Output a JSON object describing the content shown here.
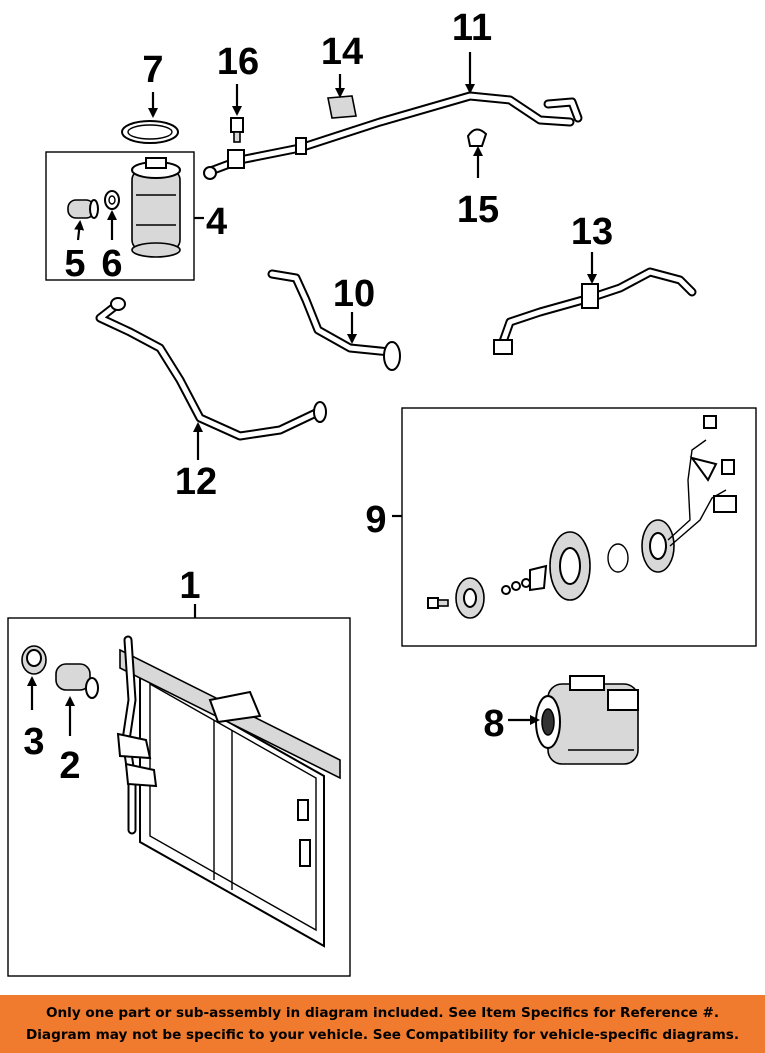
{
  "callouts": {
    "c1": "1",
    "c2": "2",
    "c3": "3",
    "c4": "4",
    "c5": "5",
    "c6": "6",
    "c7": "7",
    "c8": "8",
    "c9": "9",
    "c10": "10",
    "c11": "11",
    "c12": "12",
    "c13": "13",
    "c14": "14",
    "c15": "15",
    "c16": "16"
  },
  "disclaimer": {
    "line1": "Only one part or sub-assembly in diagram included. See Item Specifics for Reference #.",
    "line2": "Diagram may not be specific to your vehicle. See Compatibility for vehicle-specific diagrams."
  },
  "colors": {
    "banner_background": "#f07a2e",
    "banner_text": "#000000",
    "line_art": "#000000",
    "background": "#ffffff"
  }
}
